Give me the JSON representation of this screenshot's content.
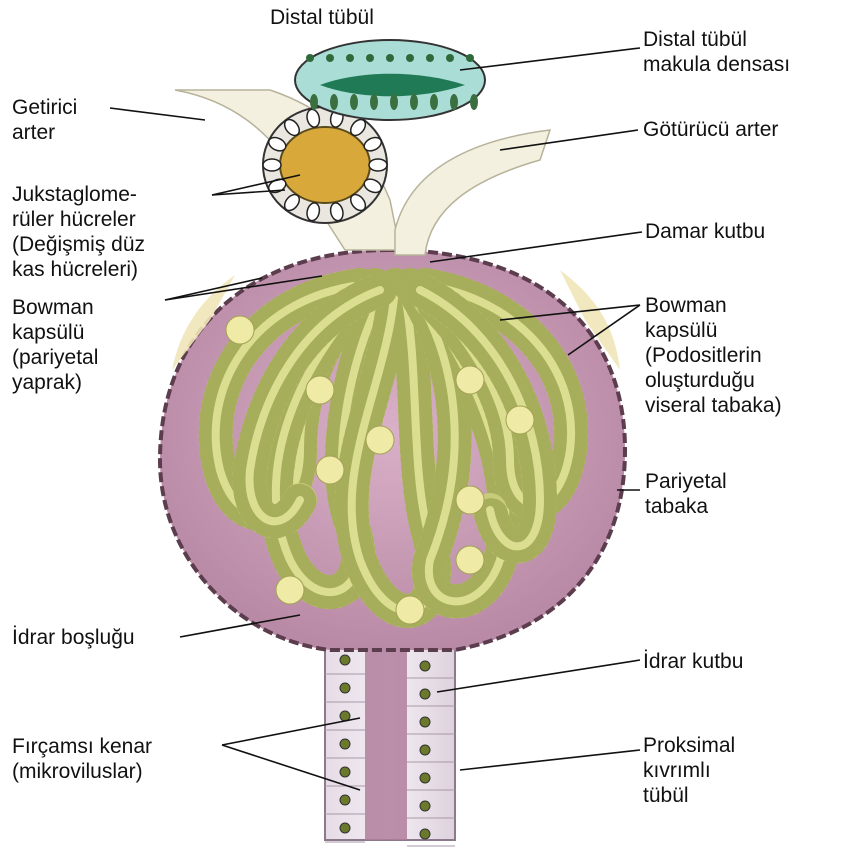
{
  "labels": {
    "distal_tubul": "Distal tübül",
    "distal_tubul_makula_1": "Distal tübül",
    "distal_tubul_makula_2": "makula densası",
    "getirici_arter_1": "Getirici",
    "getirici_arter_2": "arter",
    "goturucu_arter": "Götürücü arter",
    "jg_1": "Jukstaglome-",
    "jg_2": "rüler hücreler",
    "jg_3": "(Değişmiş düz",
    "jg_4": "kas hücreleri)",
    "damar_kutbu": "Damar kutbu",
    "bowman_p_1": "Bowman",
    "bowman_p_2": "kapsülü",
    "bowman_p_3": "(pariyetal",
    "bowman_p_4": "yaprak)",
    "bowman_v_1": "Bowman",
    "bowman_v_2": "kapsülü",
    "bowman_v_3": "(Podositlerin",
    "bowman_v_4": "oluşturduğu",
    "bowman_v_5": "viseral tabaka)",
    "pariyetal_1": "Pariyetal",
    "pariyetal_2": "tabaka",
    "idrar_boslugu": "İdrar boşluğu",
    "idrar_kutbu": "İdrar kutbu",
    "fircamsi_1": "Fırçamsı kenar",
    "fircamsi_2": "(mikroviluslar)",
    "proksimal_1": "Proksimal",
    "proksimal_2": "kıvrımlı",
    "proksimal_3": "tübül"
  },
  "colors": {
    "capsule_fill": "#c99bb5",
    "capsule_edge": "#6a4a5a",
    "capillary": "#c8cc7a",
    "capillary_dark": "#7f8a35",
    "arteriole": "#f1efdf",
    "tubule_cyan": "#9fd6cf",
    "tubule_nucleus": "#2f6b3a",
    "macula": "#1f7a55"
  }
}
